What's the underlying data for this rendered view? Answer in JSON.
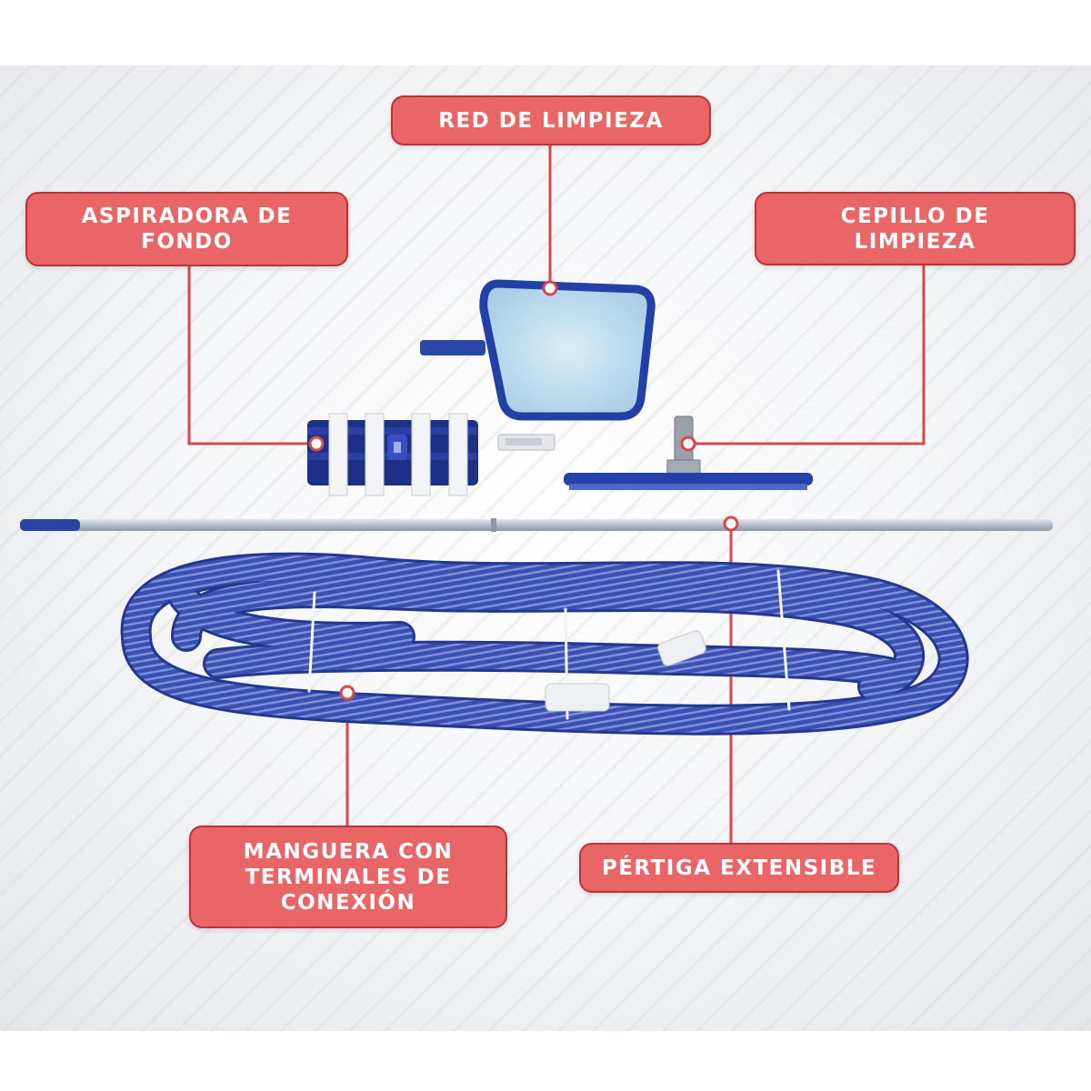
{
  "labels": {
    "red_de_limpieza": "RED DE LIMPIEZA",
    "aspiradora_line1": "ASPIRADORA DE",
    "aspiradora_line2": "FONDO",
    "cepillo_line1": "CEPILLO DE",
    "cepillo_line2": "LIMPIEZA",
    "manguera_line1": "MANGUERA CON",
    "manguera_line2": "TERMINALES DE",
    "manguera_line3": "CONEXIÓN",
    "pertiga": "PÉRTIGA EXTENSIBLE"
  },
  "colors": {
    "label_fill": "#ea6565",
    "label_border": "#b8343a",
    "hose_blue": "#3a4fb0",
    "tool_blue": "#1f3ea0"
  }
}
